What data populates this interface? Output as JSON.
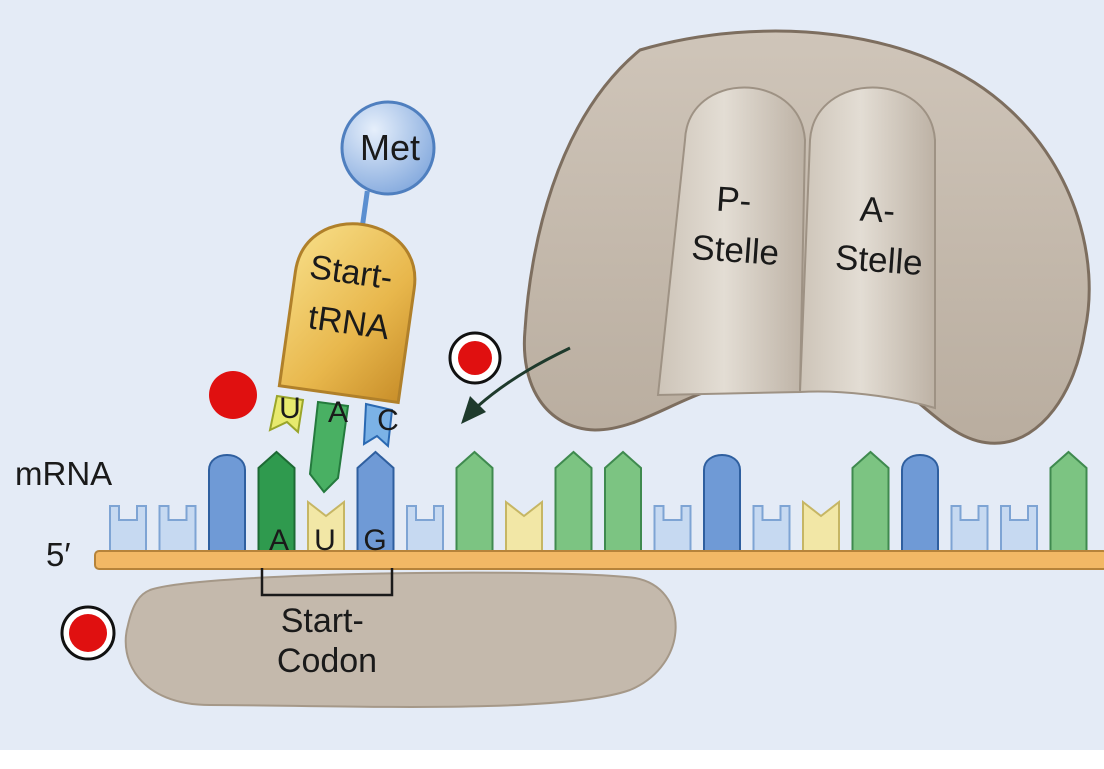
{
  "labels": {
    "met": "Met",
    "trna": [
      "Start-",
      "tRNA"
    ],
    "p_site": [
      "P-",
      "Stelle"
    ],
    "a_site": [
      "A-",
      "Stelle"
    ],
    "mrna": "mRNA",
    "five_prime": "5′",
    "start_codon": [
      "Start-",
      "Codon"
    ]
  },
  "anticodon": [
    "U",
    "A",
    "C"
  ],
  "codon": [
    "A",
    "U",
    "G"
  ],
  "colors": {
    "background": "#e4ebf6",
    "ribosome": "#c4b9ac",
    "ribosome_edge": "#7d6e5f",
    "trna": "#e8b74c",
    "met": "#9cbce6",
    "mrna_strand": "#f2b865",
    "base_light_blue": "#c6d9f1",
    "base_blue": "#6f9ad6",
    "base_green": "#7cc482",
    "base_dark_green": "#2f9a4e",
    "base_yellow": "#f2e7a6",
    "factor_red": "#e01010"
  },
  "mrna_bases": [
    {
      "type": "U",
      "color": "base_light_blue",
      "tall": false
    },
    {
      "type": "U",
      "color": "base_light_blue",
      "tall": false
    },
    {
      "type": "C",
      "color": "base_blue",
      "tall": true
    },
    {
      "type": "A",
      "color": "base_dark_green",
      "tall": true
    },
    {
      "type": "U",
      "color": "base_yellow",
      "tall": false
    },
    {
      "type": "G",
      "color": "base_blue",
      "tall": true
    },
    {
      "type": "U",
      "color": "base_light_blue",
      "tall": false
    },
    {
      "type": "A",
      "color": "base_green",
      "tall": true
    },
    {
      "type": "U",
      "color": "base_yellow",
      "tall": false
    },
    {
      "type": "A",
      "color": "base_green",
      "tall": true
    },
    {
      "type": "A",
      "color": "base_green",
      "tall": true
    },
    {
      "type": "U",
      "color": "base_light_blue",
      "tall": false
    },
    {
      "type": "C",
      "color": "base_blue",
      "tall": true
    },
    {
      "type": "U",
      "color": "base_light_blue",
      "tall": false
    },
    {
      "type": "U",
      "color": "base_yellow",
      "tall": false
    },
    {
      "type": "A",
      "color": "base_green",
      "tall": true
    },
    {
      "type": "C",
      "color": "base_blue",
      "tall": true
    },
    {
      "type": "U",
      "color": "base_light_blue",
      "tall": false
    },
    {
      "type": "U",
      "color": "base_light_blue",
      "tall": false
    },
    {
      "type": "A",
      "color": "base_green",
      "tall": true
    }
  ]
}
